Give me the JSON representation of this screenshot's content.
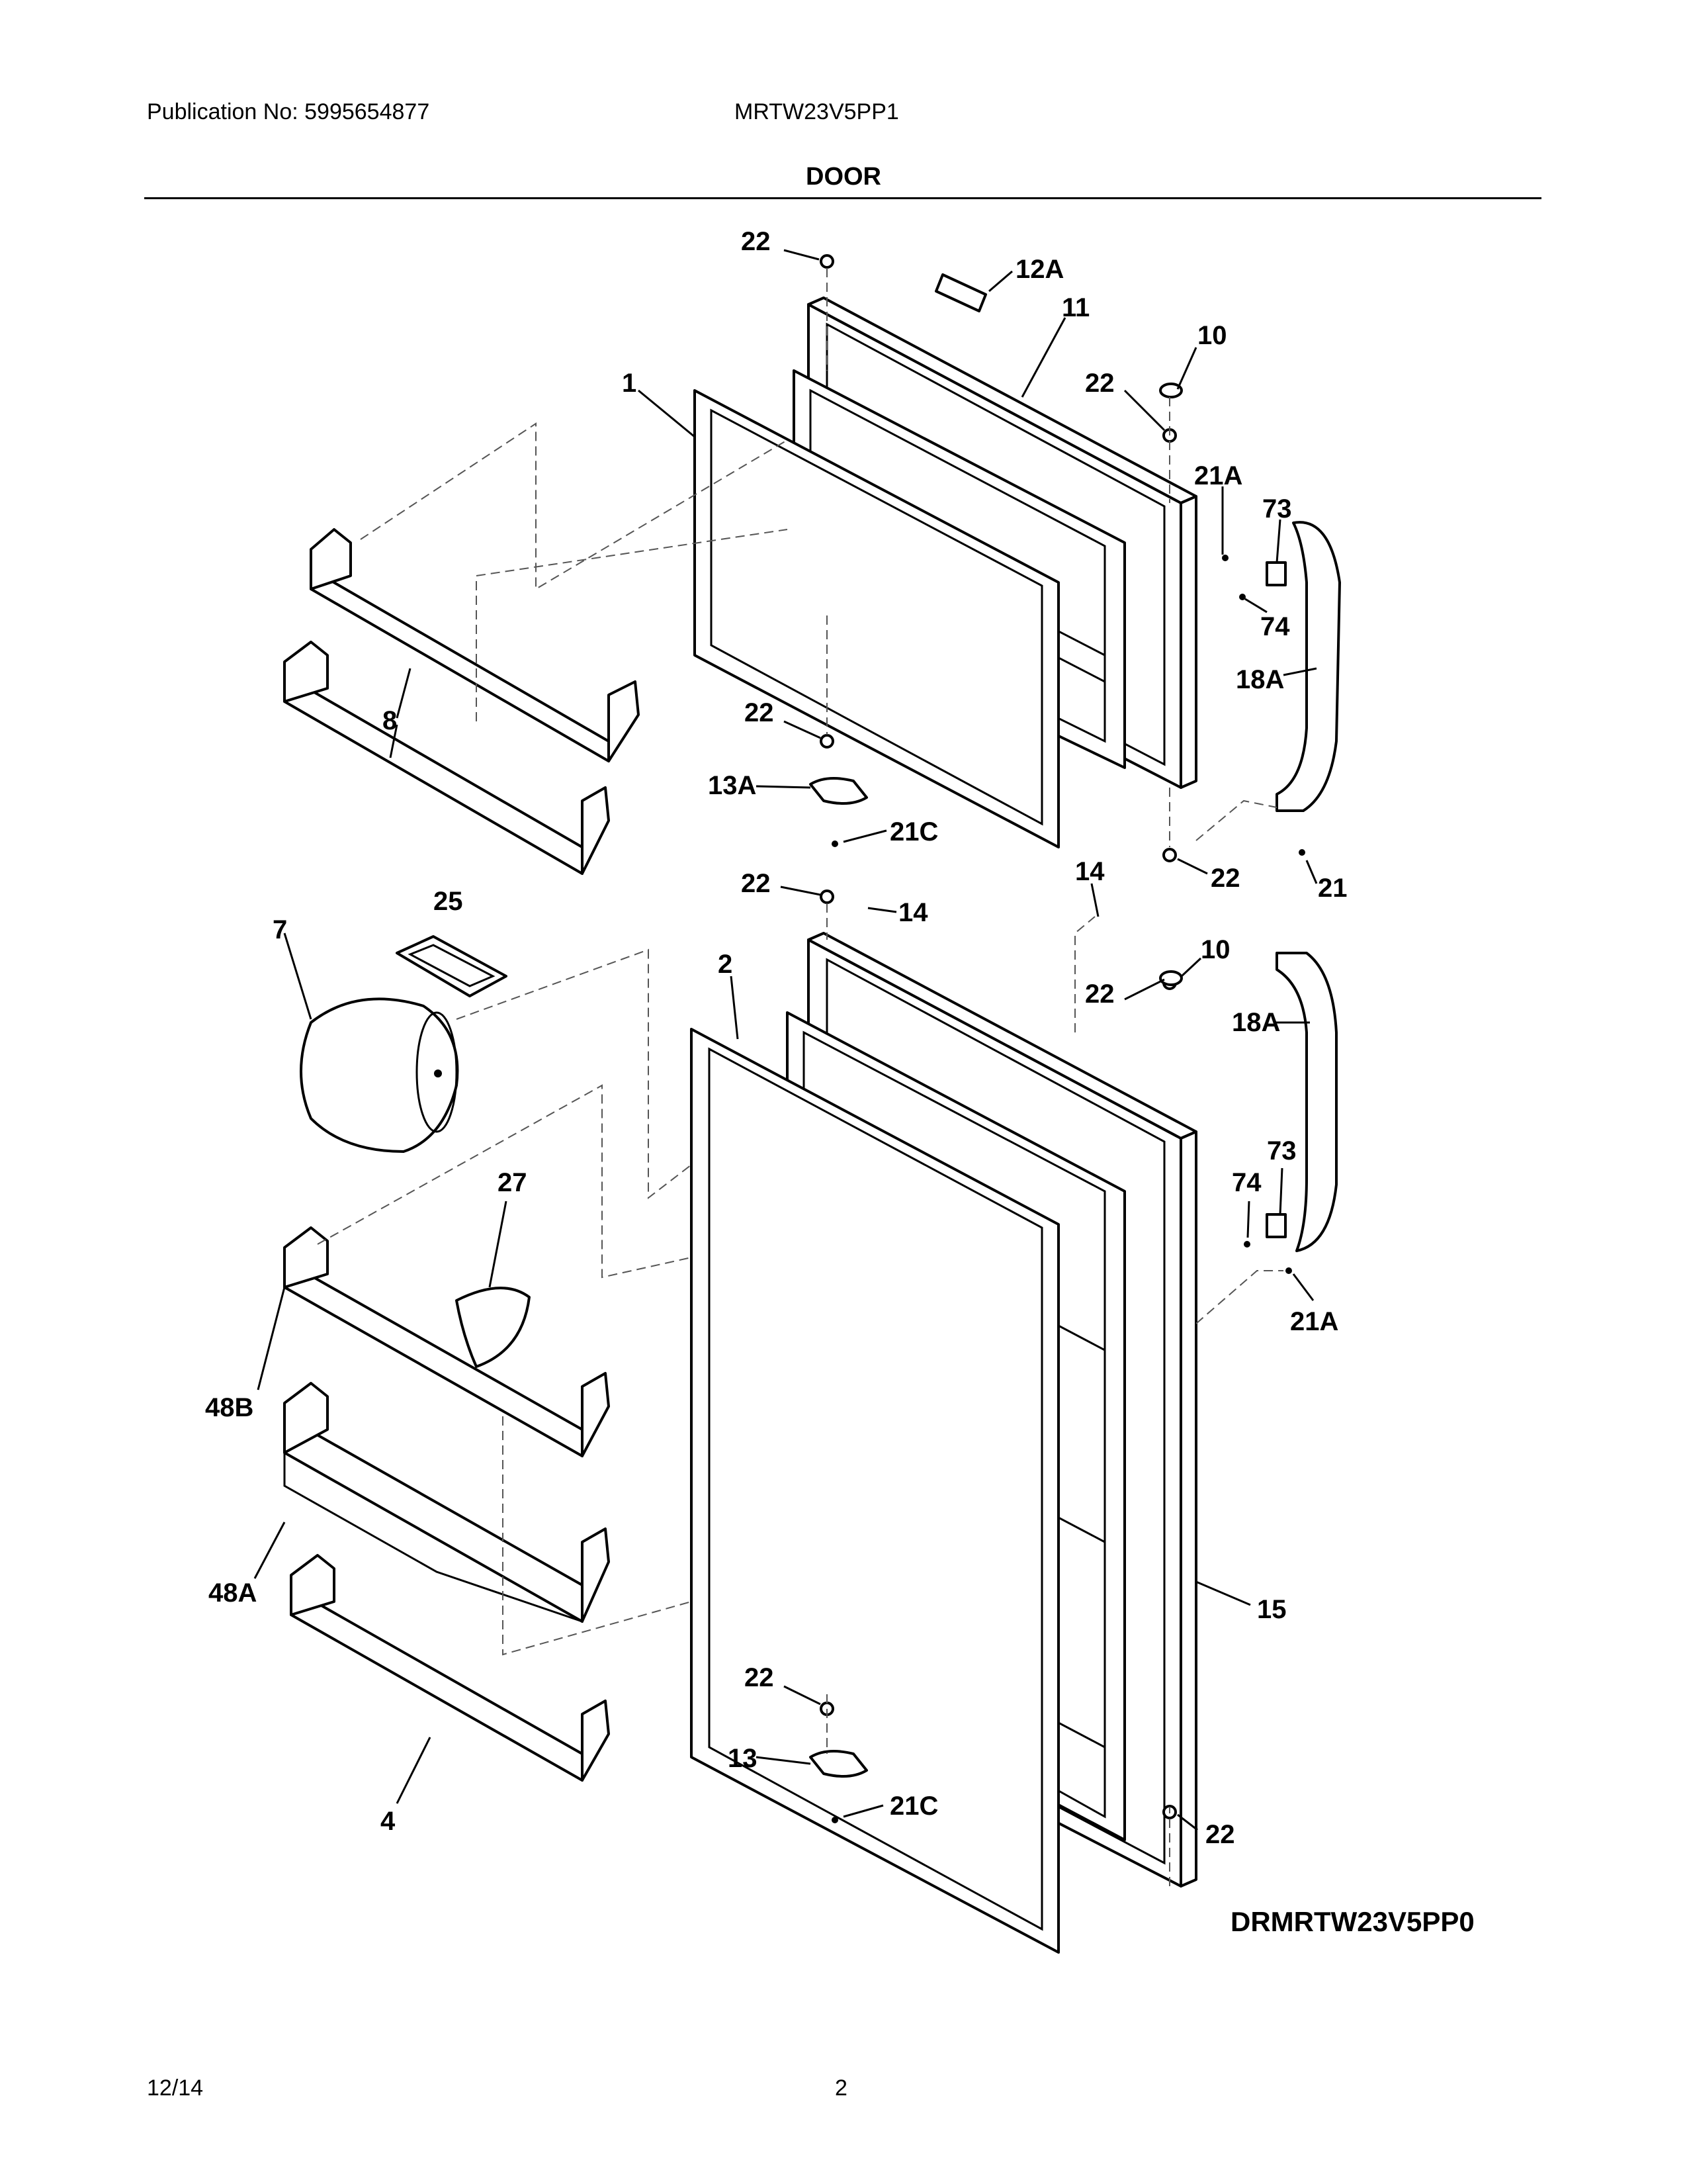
{
  "header": {
    "publication": "Publication No: 5995654877",
    "model": "MRTW23V5PP1",
    "title": "DOOR"
  },
  "footer": {
    "date": "12/14",
    "page": "2",
    "drawing_code": "DRMRTW23V5PP0"
  },
  "callouts": {
    "c22_top": "22",
    "c12A": "12A",
    "c11": "11",
    "c10_top": "10",
    "c22_hinge_top": "22",
    "c1": "1",
    "c21A_top": "21A",
    "c73_top": "73",
    "c74_top": "74",
    "c18A_top": "18A",
    "c8": "8",
    "c22_mid": "22",
    "c13A": "13A",
    "c21C_top": "21C",
    "c14_right": "14",
    "c22_lower_right": "22",
    "c21": "21",
    "c22_fresh_top": "22",
    "c14_left": "14",
    "c25": "25",
    "c7": "7",
    "c2": "2",
    "c10_bottom": "10",
    "c22_fresh_hinge": "22",
    "c18A_bottom": "18A",
    "c27": "27",
    "c73_bottom": "73",
    "c74_bottom": "74",
    "c21A_bottom": "21A",
    "c48B": "48B",
    "c48A": "48A",
    "c15": "15",
    "c22_bottom_left": "22",
    "c13": "13",
    "c21C_bottom": "21C",
    "c4": "4",
    "c22_bottom_right": "22"
  }
}
